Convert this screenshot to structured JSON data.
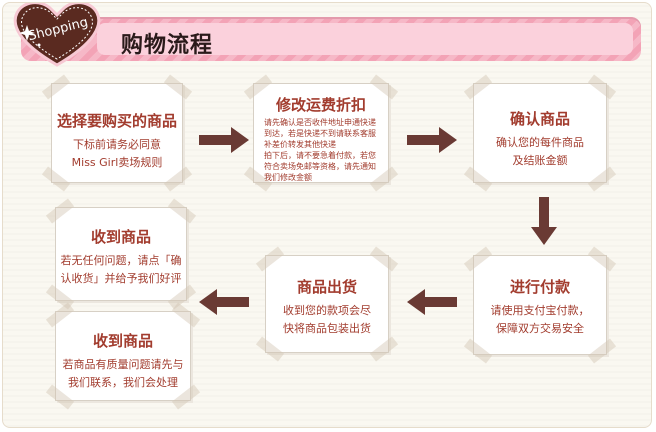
{
  "header": {
    "badge_text": "Shopping",
    "title": "购物流程"
  },
  "steps": {
    "s1": {
      "title": "选择要购买的商品",
      "desc": "下标前请务必同意\nMiss Girl卖场规则"
    },
    "s2": {
      "title": "修改运费折扣",
      "desc": "请先确认是否收件地址申通快递到达，若是快递不到请联系客服补差价转发其他快递\n拍下后，请不要急着付款，若您符合卖场免邮等资格，请先通知我们修改金额"
    },
    "s3": {
      "title": "确认商品",
      "desc": "确认您的每件商品\n及结账金额"
    },
    "s4": {
      "title": "进行付款",
      "desc": "请使用支付宝付款，\n保障双方交易安全"
    },
    "s5": {
      "title": "商品出货",
      "desc": "收到您的款项会尽\n快将商品包装出货"
    },
    "s6": {
      "title": "收到商品",
      "desc": "若无任何问题，请点「确\n认收货」并给予我们好评"
    },
    "s7": {
      "title": "收到商品",
      "desc": "若商品有质量问题请先与\n我们联系，我们会处理"
    }
  },
  "colors": {
    "arrow": "#6a3a34",
    "text": "#a23c2e",
    "heart": "#5a2a20",
    "header_pink": "#f3a3b6"
  }
}
